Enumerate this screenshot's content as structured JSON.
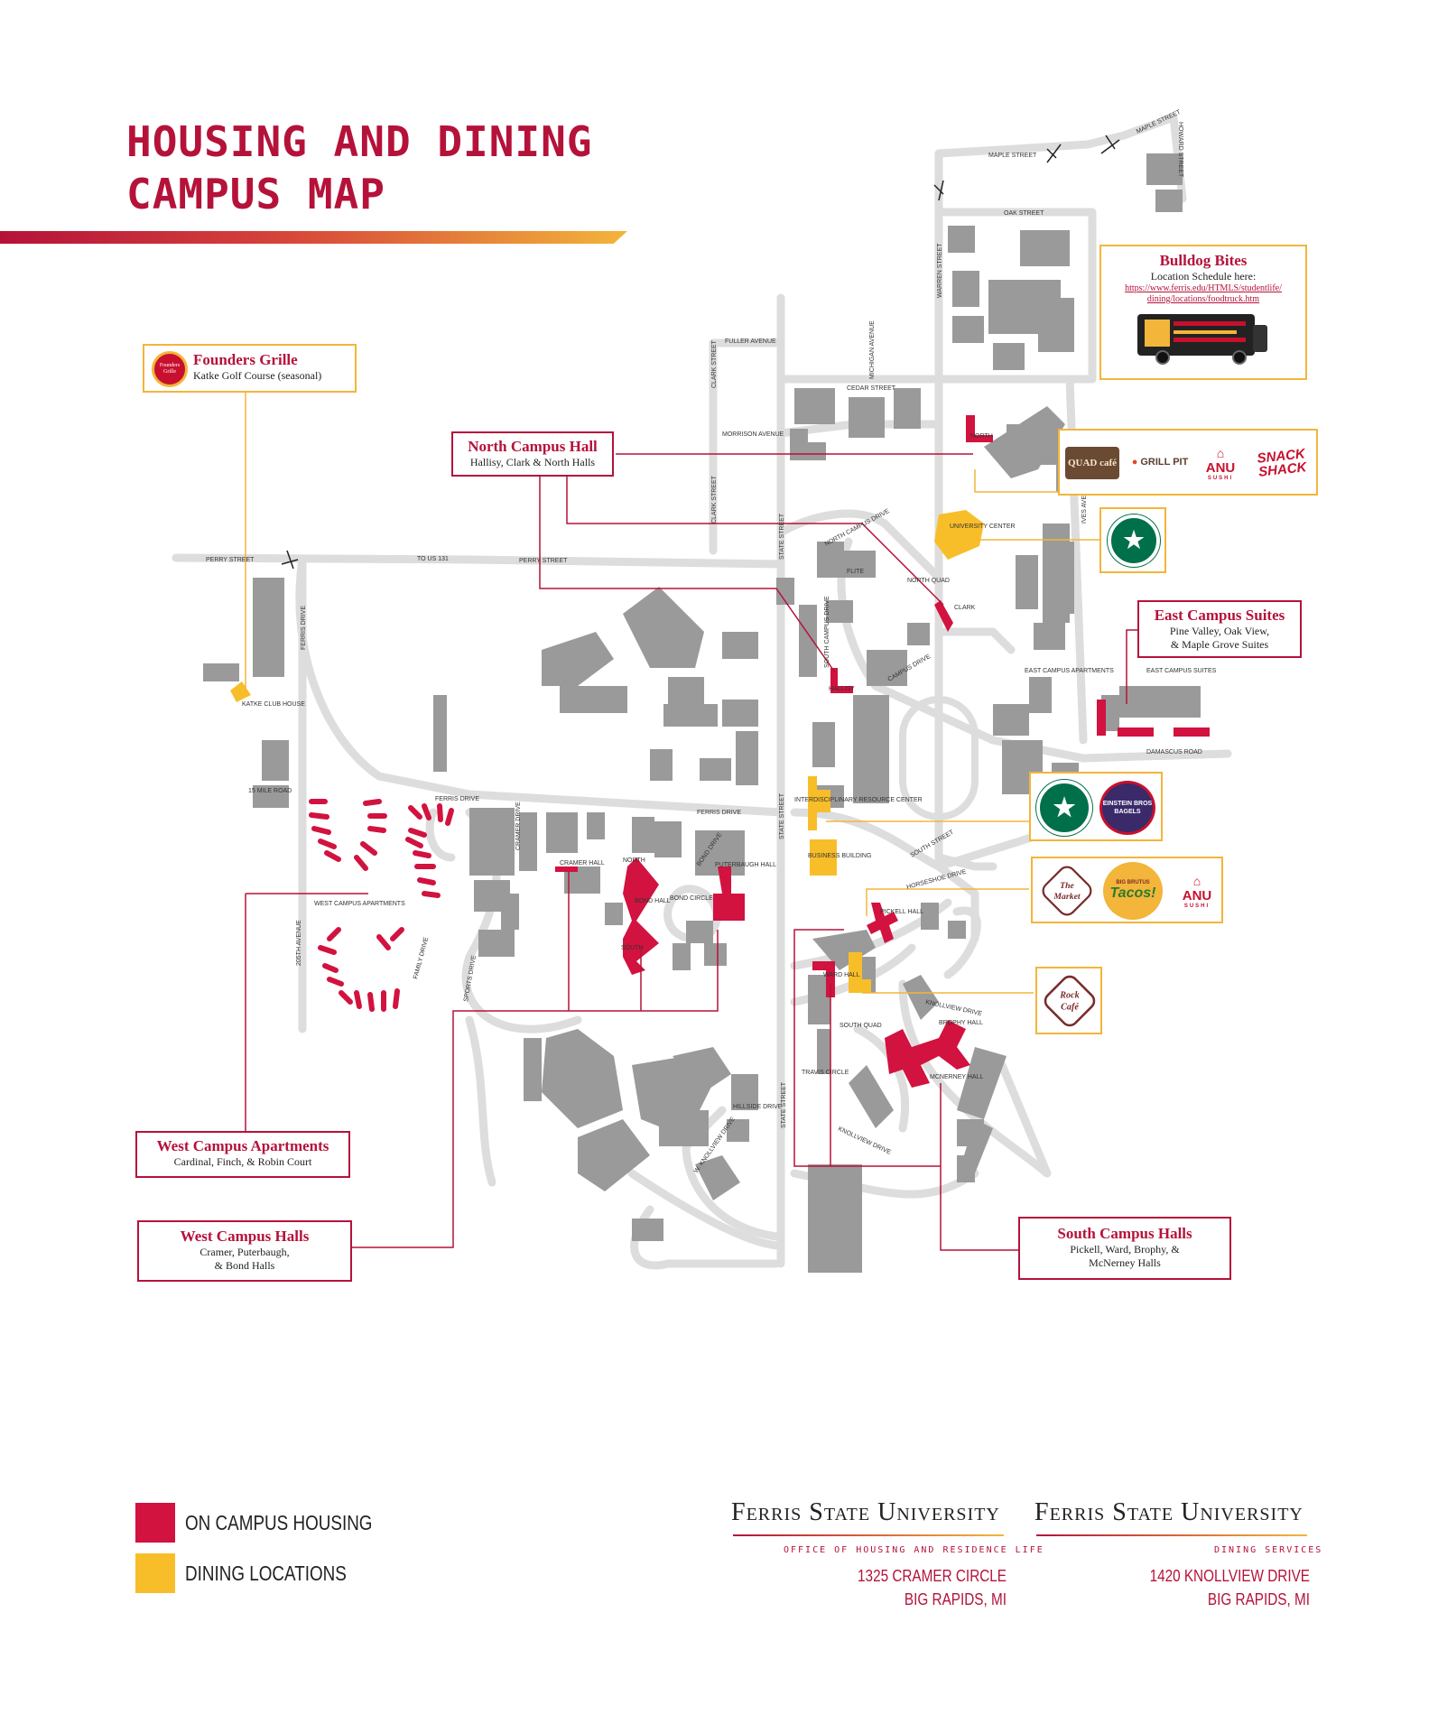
{
  "title": {
    "line1": "HOUSING AND DINING",
    "line2": "CAMPUS MAP"
  },
  "colors": {
    "housing": "#d2123f",
    "dining": "#f8be2a",
    "accent": "#b5123a",
    "road": "#dddddd",
    "building": "#9a9a9a"
  },
  "callouts": {
    "founders": {
      "title": "Founders Grille",
      "subtitle": "Katke Golf Course (seasonal)",
      "logo_text": "Founders Grille"
    },
    "north_campus": {
      "title": "North Campus Hall",
      "subtitle": "Hallisy, Clark & North Halls"
    },
    "bulldog_bites": {
      "title": "Bulldog Bites",
      "subtitle": "Location Schedule here:",
      "link": "https://www.ferris.edu/HTMLS/studentlife/\ndining/locations/foodtruck.htm"
    },
    "east_campus": {
      "title": "East Campus Suites",
      "subtitle": "Pine Valley, Oak View,\n& Maple Grove Suites"
    },
    "west_apartments": {
      "title": "West Campus Apartments",
      "subtitle": "Cardinal, Finch, & Robin Court"
    },
    "west_halls": {
      "title": "West Campus Halls",
      "subtitle": "Cramer, Puterbaugh,\n& Bond Halls"
    },
    "south_campus": {
      "title": "South Campus Halls",
      "subtitle": "Pickell, Ward, Brophy, &\nMcNerney Halls"
    }
  },
  "dining_logos": {
    "quad_cafe": "QUAD café",
    "grill_pit": "GRILL PIT",
    "anu": "ANU",
    "anu_sub": "SUSHI",
    "snack_shack": "SNACK SHACK",
    "rock_cafe": "Rock Café",
    "the_market": "The Market",
    "tacos": "Tacos!",
    "tacos_top": "BIG BRUTUS",
    "einstein": "EINSTEIN BROS BAGELS"
  },
  "map_labels": {
    "maple_street": "MAPLE STREET",
    "oak_street": "OAK STREET",
    "warren_street": "WARREN STREET",
    "fuller_avenue": "FULLER AVENUE",
    "michigan_avenue": "MICHIGAN AVENUE",
    "cedar_street": "CEDAR STREET",
    "morrison_avenue": "MORRISON AVENUE",
    "clark_street": "CLARK STREET",
    "clark_street_2": "CLARK STREET",
    "ives_avenue": "IVES AVENUE",
    "perry_street": "PERRY STREET",
    "perry_street_2": "PERRY STREET",
    "to_us_131": "TO US 131",
    "state_street": "STATE STREET",
    "state_street_2": "STATE STREET",
    "state_street_3": "STATE STREET",
    "north_campus_drive": "NORTH CAMPUS DRIVE",
    "south_campus_drive": "SOUTH CAMPUS DRIVE",
    "university_center": "UNIVERSITY CENTER",
    "flite": "FLITE",
    "north_quad": "NORTH QUAD",
    "north": "NORTH",
    "clark": "CLARK",
    "hallisy": "HALLISY",
    "campus_drive": "CAMPUS DRIVE",
    "east_campus_apartments": "EAST CAMPUS APARTMENTS",
    "east_campus_suites": "EAST CAMPUS SUITES",
    "damascus_road": "DAMASCUS ROAD",
    "katke_club_house": "KATKE CLUB HOUSE",
    "ferris_drive": "FERRIS DRIVE",
    "ferris_drive_2": "FERRIS DRIVE",
    "ferris_drive_3": "FERRIS DRIVE",
    "fifteen_mile_road": "15 MILE ROAD",
    "two_hundred_fifth": "205TH AVENUE",
    "west_campus_apartments": "WEST CAMPUS APARTMENTS",
    "cramer_drive": "CRAMER DRIVE",
    "family_drive": "FAMILY DRIVE",
    "sports_drive": "SPORTS DRIVE",
    "cramer_hall": "CRAMER HALL",
    "north_label": "NORTH",
    "bond_hall": "BOND HALL",
    "south_label": "SOUTH",
    "bond_circle": "BOND CIRCLE",
    "bond_drive": "BOND DRIVE",
    "puterbaugh": "PUTERBAUGH HALL",
    "interdisciplinary": "INTERDISCIPLINARY RESOURCE CENTER",
    "business_building": "BUSINESS BUILDING",
    "south_street": "SOUTH STREET",
    "horseshoe_drive": "HORSESHOE DRIVE",
    "pickell_hall": "PICKELL HALL",
    "ward_hall": "WARD HALL",
    "south_quad": "SOUTH QUAD",
    "travis_circle": "TRAVIS CIRCLE",
    "knollview_drive": "KNOLLVIEW DRIVE",
    "knollview_drive_2": "KNOLLVIEW DRIVE",
    "brophy_hall": "BROPHY HALL",
    "mcnerney_hall": "MCNERNEY HALL",
    "hillside_drive": "HILLSIDE DRIVE",
    "w_knollview": "W. KNOLLVIEW DRIVE",
    "howard_street": "HOWARD STREET",
    "maple_street_2": "MAPLE STREET"
  },
  "legend": {
    "housing": "ON CAMPUS HOUSING",
    "dining": "DINING LOCATIONS"
  },
  "footer": {
    "housing": {
      "name": "Ferris State University",
      "dept": "OFFICE OF HOUSING AND RESIDENCE LIFE",
      "address": "1325 CRAMER CIRCLE\nBIG RAPIDS, MI"
    },
    "dining": {
      "name": "Ferris State University",
      "dept": "DINING SERVICES",
      "address": "1420 KNOLLVIEW DRIVE\nBIG RAPIDS, MI"
    }
  }
}
